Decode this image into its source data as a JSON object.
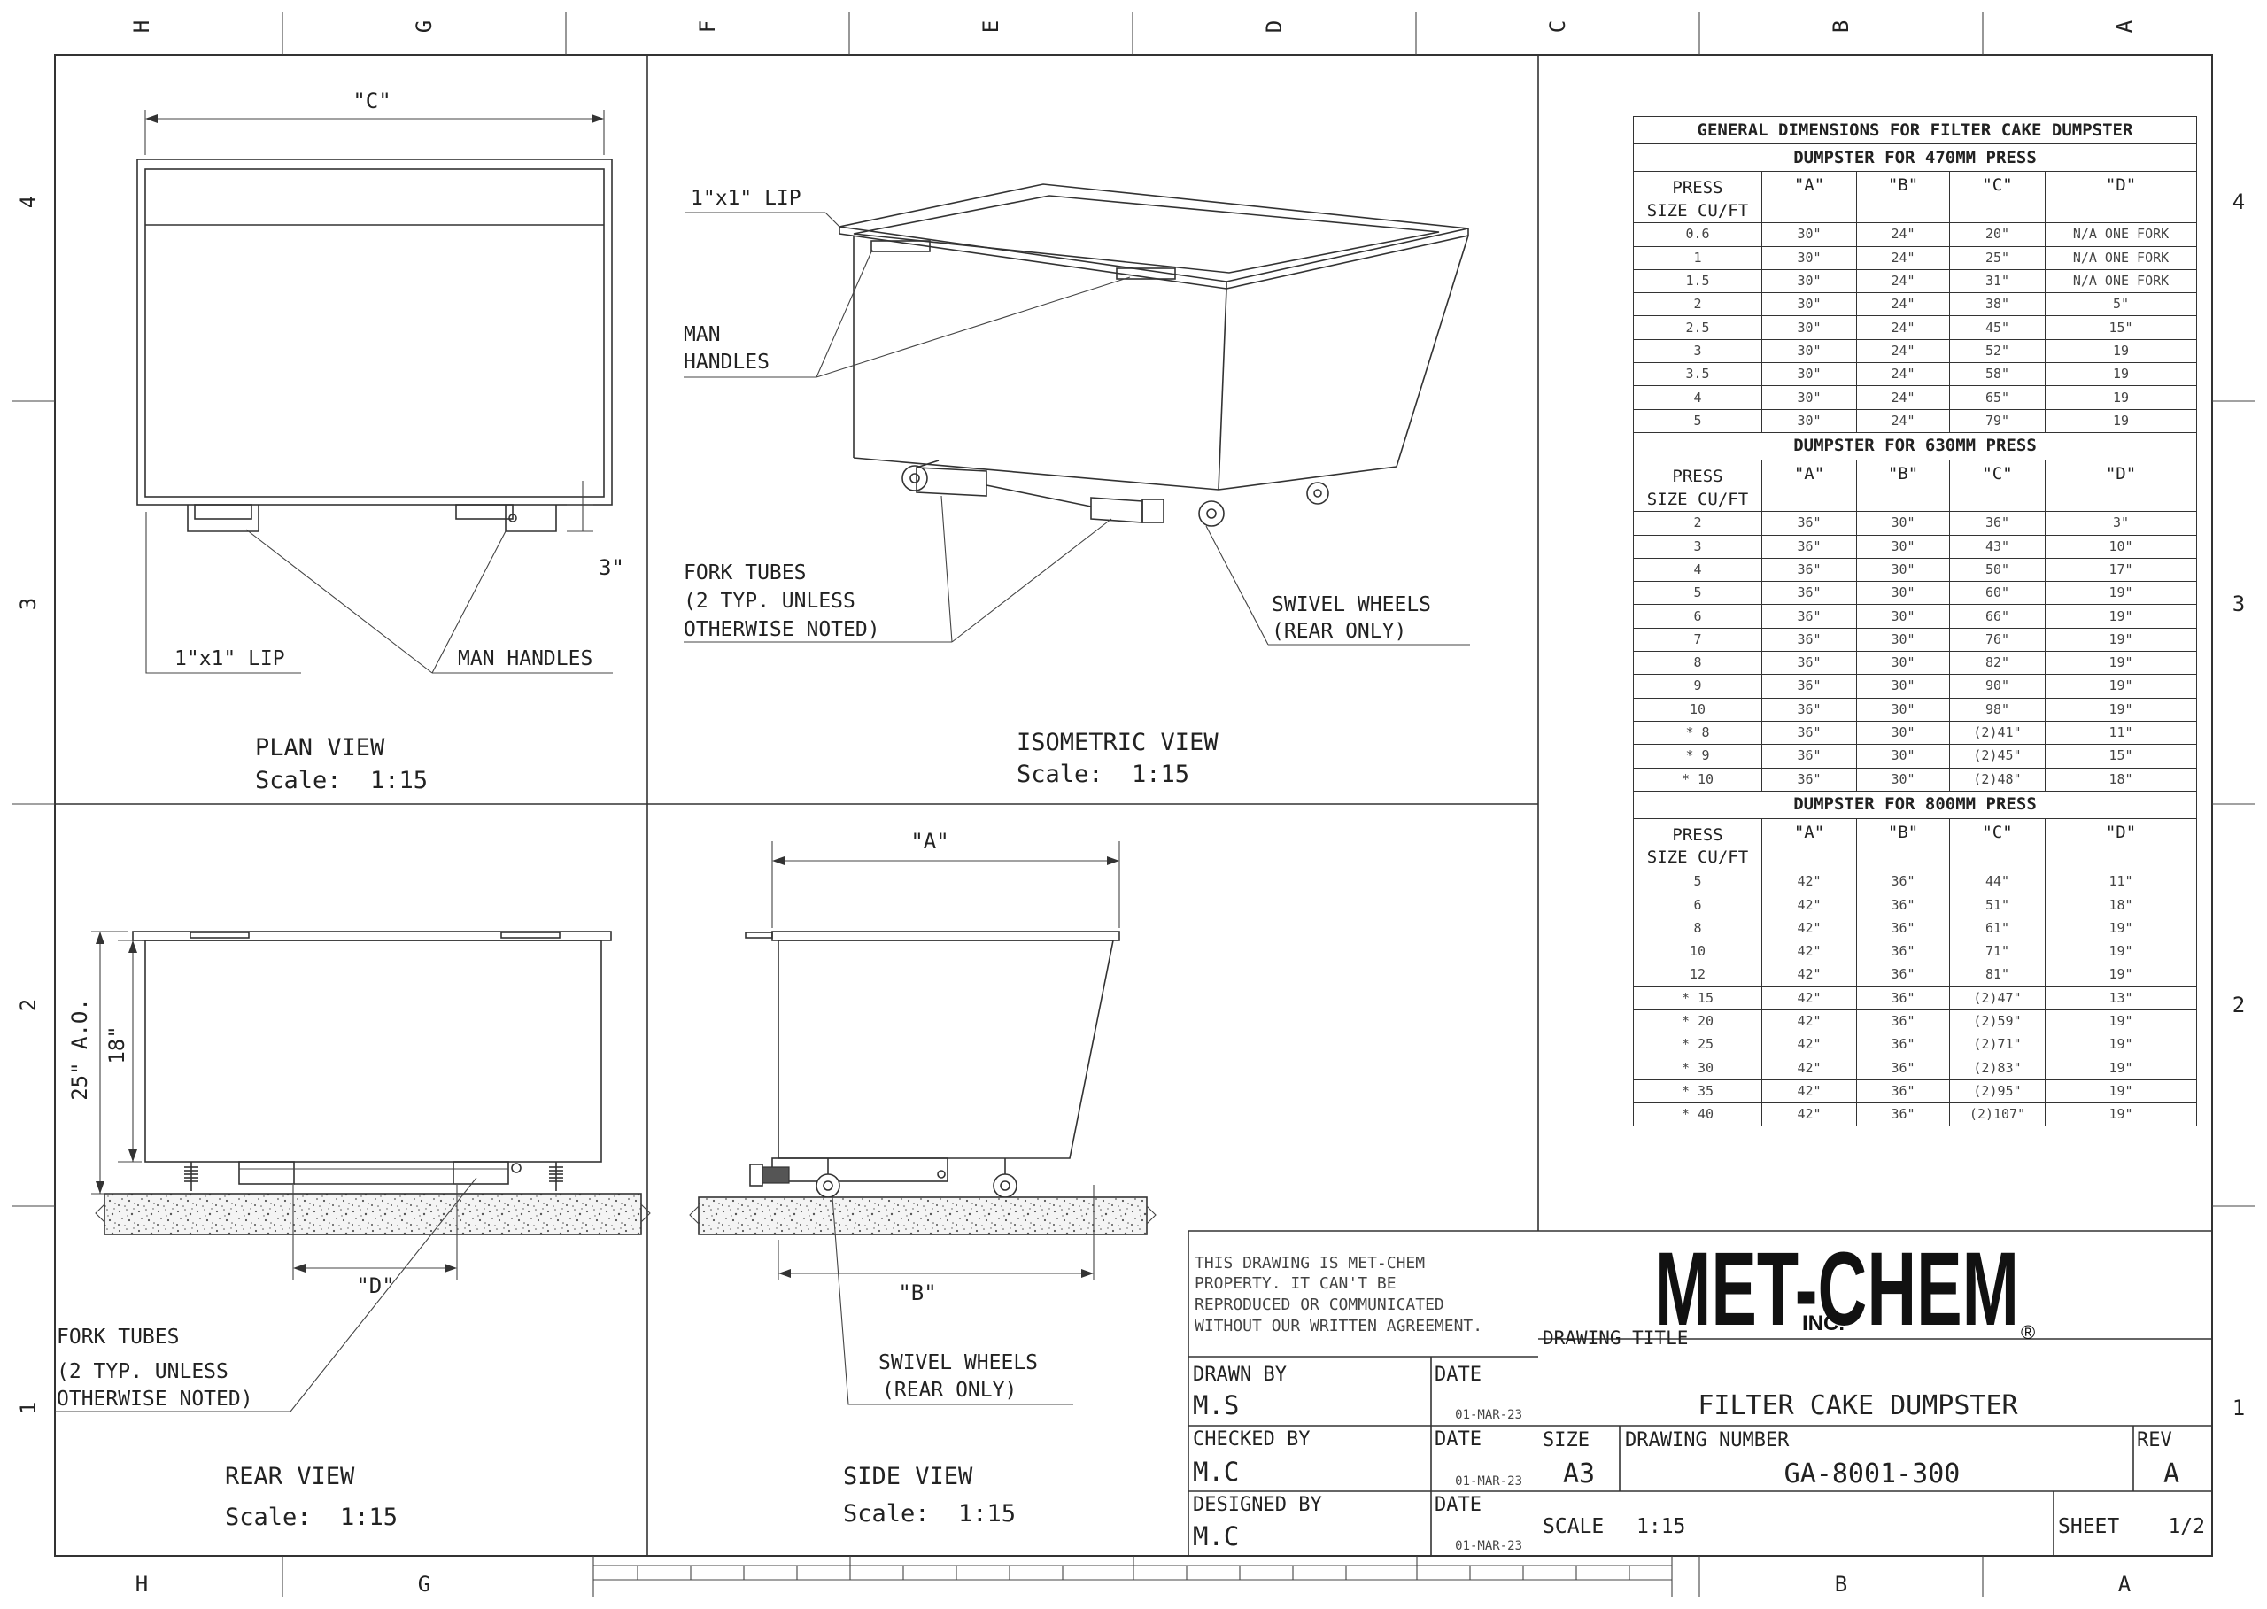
{
  "frame": {
    "top_columns": [
      "H",
      "G",
      "F",
      "E",
      "D",
      "C",
      "B",
      "A"
    ],
    "bottom_columns": [
      "H",
      "G",
      "",
      "",
      "",
      "",
      "B",
      "A"
    ],
    "left_rows": [
      "4",
      "3",
      "2",
      "1"
    ],
    "right_rows": [
      "4",
      "3",
      "2",
      "1"
    ]
  },
  "views": {
    "plan": {
      "title": "PLAN VIEW",
      "scale": "Scale:  1:15",
      "dim_c": "\"C\"",
      "dim_3": "3\"",
      "lip": "1\"x1\" LIP",
      "handles": "MAN HANDLES"
    },
    "iso": {
      "title": "ISOMETRIC VIEW",
      "scale": "Scale:  1:15",
      "lip": "1\"x1\" LIP",
      "handles_1": "MAN",
      "handles_2": "HANDLES",
      "fork_1": "FORK TUBES",
      "fork_2": "(2 TYP. UNLESS",
      "fork_3": "OTHERWISE NOTED)",
      "wheels_1": "SWIVEL WHEELS",
      "wheels_2": "(REAR ONLY)"
    },
    "rear": {
      "title": "REAR VIEW",
      "scale": "Scale:  1:15",
      "dim_25": "25\" A.O.",
      "dim_18": "18\"",
      "dim_d": "\"D\"",
      "fork_1": "FORK TUBES",
      "fork_2": "(2 TYP. UNLESS",
      "fork_3": "OTHERWISE NOTED)"
    },
    "side": {
      "title": "SIDE VIEW",
      "scale": "Scale:  1:15",
      "dim_a": "\"A\"",
      "dim_b": "\"B\"",
      "wheels_1": "SWIVEL WHEELS",
      "wheels_2": "(REAR ONLY)"
    }
  },
  "table": {
    "title": "GENERAL DIMENSIONS FOR FILTER CAKE DUMPSTER",
    "headers": {
      "press_1": "PRESS",
      "press_2": "SIZE CU/FT",
      "a": "\"A\"",
      "b": "\"B\"",
      "c": "\"C\"",
      "d": "\"D\""
    },
    "sections": [
      {
        "title": "DUMPSTER FOR 470MM PRESS",
        "rows": [
          [
            "0.6",
            "30\"",
            "24\"",
            "20\"",
            "N/A ONE FORK"
          ],
          [
            "1",
            "30\"",
            "24\"",
            "25\"",
            "N/A ONE FORK"
          ],
          [
            "1.5",
            "30\"",
            "24\"",
            "31\"",
            "N/A ONE FORK"
          ],
          [
            "2",
            "30\"",
            "24\"",
            "38\"",
            "5\""
          ],
          [
            "2.5",
            "30\"",
            "24\"",
            "45\"",
            "15\""
          ],
          [
            "3",
            "30\"",
            "24\"",
            "52\"",
            "19"
          ],
          [
            "3.5",
            "30\"",
            "24\"",
            "58\"",
            "19"
          ],
          [
            "4",
            "30\"",
            "24\"",
            "65\"",
            "19"
          ],
          [
            "5",
            "30\"",
            "24\"",
            "79\"",
            "19"
          ]
        ]
      },
      {
        "title": "DUMPSTER FOR 630MM PRESS",
        "rows": [
          [
            "2",
            "36\"",
            "30\"",
            "36\"",
            "3\""
          ],
          [
            "3",
            "36\"",
            "30\"",
            "43\"",
            "10\""
          ],
          [
            "4",
            "36\"",
            "30\"",
            "50\"",
            "17\""
          ],
          [
            "5",
            "36\"",
            "30\"",
            "60\"",
            "19\""
          ],
          [
            "6",
            "36\"",
            "30\"",
            "66\"",
            "19\""
          ],
          [
            "7",
            "36\"",
            "30\"",
            "76\"",
            "19\""
          ],
          [
            "8",
            "36\"",
            "30\"",
            "82\"",
            "19\""
          ],
          [
            "9",
            "36\"",
            "30\"",
            "90\"",
            "19\""
          ],
          [
            "10",
            "36\"",
            "30\"",
            "98\"",
            "19\""
          ],
          [
            "* 8",
            "36\"",
            "30\"",
            "(2)41\"",
            "11\""
          ],
          [
            "* 9",
            "36\"",
            "30\"",
            "(2)45\"",
            "15\""
          ],
          [
            "* 10",
            "36\"",
            "30\"",
            "(2)48\"",
            "18\""
          ]
        ]
      },
      {
        "title": "DUMPSTER FOR 800MM PRESS",
        "rows": [
          [
            "5",
            "42\"",
            "36\"",
            "44\"",
            "11\""
          ],
          [
            "6",
            "42\"",
            "36\"",
            "51\"",
            "18\""
          ],
          [
            "8",
            "42\"",
            "36\"",
            "61\"",
            "19\""
          ],
          [
            "10",
            "42\"",
            "36\"",
            "71\"",
            "19\""
          ],
          [
            "12",
            "42\"",
            "36\"",
            "81\"",
            "19\""
          ],
          [
            "* 15",
            "42\"",
            "36\"",
            "(2)47\"",
            "13\""
          ],
          [
            "* 20",
            "42\"",
            "36\"",
            "(2)59\"",
            "19\""
          ],
          [
            "* 25",
            "42\"",
            "36\"",
            "(2)71\"",
            "19\""
          ],
          [
            "* 30",
            "42\"",
            "36\"",
            "(2)83\"",
            "19\""
          ],
          [
            "* 35",
            "42\"",
            "36\"",
            "(2)95\"",
            "19\""
          ],
          [
            "* 40",
            "42\"",
            "36\"",
            "(2)107\"",
            "19\""
          ]
        ]
      }
    ]
  },
  "title_block": {
    "notice_1": "THIS DRAWING IS MET-CHEM",
    "notice_2": "PROPERTY. IT CAN'T BE",
    "notice_3": "REPRODUCED OR COMMUNICATED",
    "notice_4": "WITHOUT OUR WRITTEN AGREEMENT.",
    "logo": "MET-CHEM",
    "logo_inc": "INC.",
    "logo_reg": "®",
    "drawing_title_label": "DRAWING TITLE",
    "drawing_title": "FILTER CAKE DUMPSTER",
    "drawn_by_label": "DRAWN BY",
    "drawn_by": "M.S",
    "checked_by_label": "CHECKED BY",
    "checked_by": "M.C",
    "designed_by_label": "DESIGNED BY",
    "designed_by": "M.C",
    "date_label": "DATE",
    "date_drawn": "01-MAR-23",
    "date_checked": "01-MAR-23",
    "date_designed": "01-MAR-23",
    "size_label": "SIZE",
    "size": "A3",
    "drawing_number_label": "DRAWING NUMBER",
    "drawing_number": "GA-8001-300",
    "rev_label": "REV",
    "rev": "A",
    "scale_label": "SCALE",
    "scale": "1:15",
    "sheet_label": "SHEET",
    "sheet": "1/2"
  }
}
